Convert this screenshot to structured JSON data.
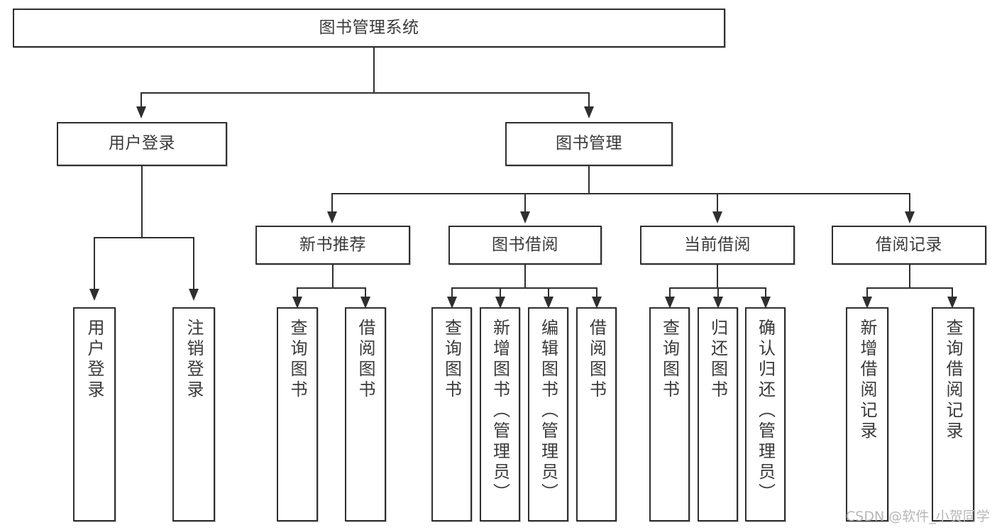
{
  "diagram": {
    "title": "图书管理系统",
    "type": "functional-structure-tree",
    "watermark": "CSDN @软件_小贺同学",
    "colors": {
      "border": "#2f2f2f",
      "text": "#3a3a3a",
      "background": "#ffffff",
      "watermark": "#b7b7b7"
    },
    "nodes": {
      "root": {
        "label": "图书管理系统"
      },
      "level2": [
        {
          "label": "用户登录"
        },
        {
          "label": "图书管理"
        }
      ],
      "level3": [
        {
          "label": "新书推荐"
        },
        {
          "label": "图书借阅"
        },
        {
          "label": "当前借阅"
        },
        {
          "label": "借阅记录"
        }
      ],
      "leaves_user_login": [
        {
          "label": "用户登录"
        },
        {
          "label": "注销登录"
        }
      ],
      "leaves_new_book": [
        {
          "label": "查询图书"
        },
        {
          "label": "借阅图书"
        }
      ],
      "leaves_borrow": [
        {
          "label": "查询图书"
        },
        {
          "label": "新增图书（管理员）"
        },
        {
          "label": "编辑图书（管理员）"
        },
        {
          "label": "借阅图书"
        }
      ],
      "leaves_current": [
        {
          "label": "查询图书"
        },
        {
          "label": "归还图书"
        },
        {
          "label": "确认归还（管理员）"
        }
      ],
      "leaves_record": [
        {
          "label": "新增借阅记录"
        },
        {
          "label": "查询借阅记录"
        }
      ]
    }
  }
}
